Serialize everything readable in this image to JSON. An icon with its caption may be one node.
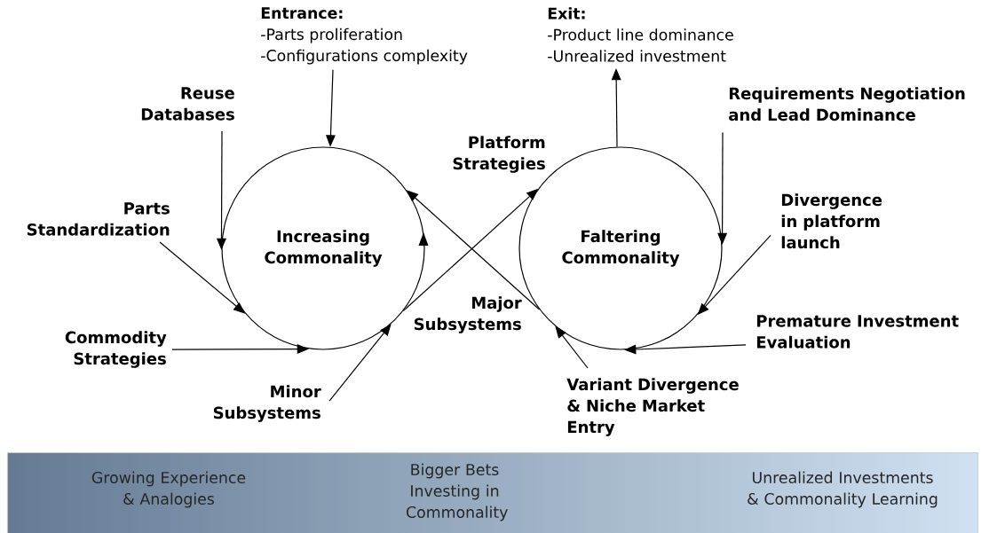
{
  "diagram": {
    "nodes": [
      {
        "text": [
          "Entrance:",
          "-Parts proliferation",
          "-Configurations complexity"
        ]
      },
      {
        "text": [
          "Reuse Databases"
        ]
      },
      {
        "text": [
          "Parts Standardization"
        ]
      },
      {
        "text": [
          "Commodity Strategies"
        ]
      },
      {
        "text": [
          "Minor Subsystems"
        ]
      },
      {
        "text": [
          "Increasing Commonality"
        ]
      },
      {
        "text": [
          "Exit:",
          "-Product line dominance",
          "-Unrealized investment"
        ]
      },
      {
        "text": [
          "Requirements Negotiation and Lead Dominance"
        ]
      },
      {
        "text": [
          "Faltering Commonality"
        ]
      },
      {
        "text": [
          "Divergence in platform launch"
        ]
      },
      {
        "text": [
          "Premature Investment Evaluation"
        ]
      },
      {
        "text": [
          "Variant Divergence & Niche Market Entry"
        ]
      },
      {
        "text": [
          "Growing Experience & Analogies",
          "Bigger Bets Investing in Commonality",
          "Unrealized Investments & Commonality Learning"
        ]
      }
    ],
    "edges": [
      {
        "from": 0,
        "to": 5,
        "arrow": "to"
      },
      {
        "from": 1,
        "to": 5,
        "arrow": "to"
      },
      {
        "from": 2,
        "to": 5,
        "arrow": "to"
      },
      {
        "from": 3,
        "to": 5,
        "arrow": "to"
      },
      {
        "from": 4,
        "to": 5,
        "arrow": "to"
      },
      {
        "from": 5,
        "to": 8,
        "arrow": "to"
      },
      {
        "from": 8,
        "to": 5,
        "arrow": "to"
      },
      {
        "from": 8,
        "to": 6,
        "arrow": "to"
      },
      {
        "from": 7,
        "to": 8,
        "arrow": "to"
      },
      {
        "from": 9,
        "to": 8,
        "arrow": "to"
      },
      {
        "from": 10,
        "to": 8,
        "arrow": "to"
      },
      {
        "from": 11,
        "to": 8,
        "arrow": "to"
      }
    ],
    "labels": [
      "Platform Strategies",
      "Major Subsystems"
    ]
  }
}
